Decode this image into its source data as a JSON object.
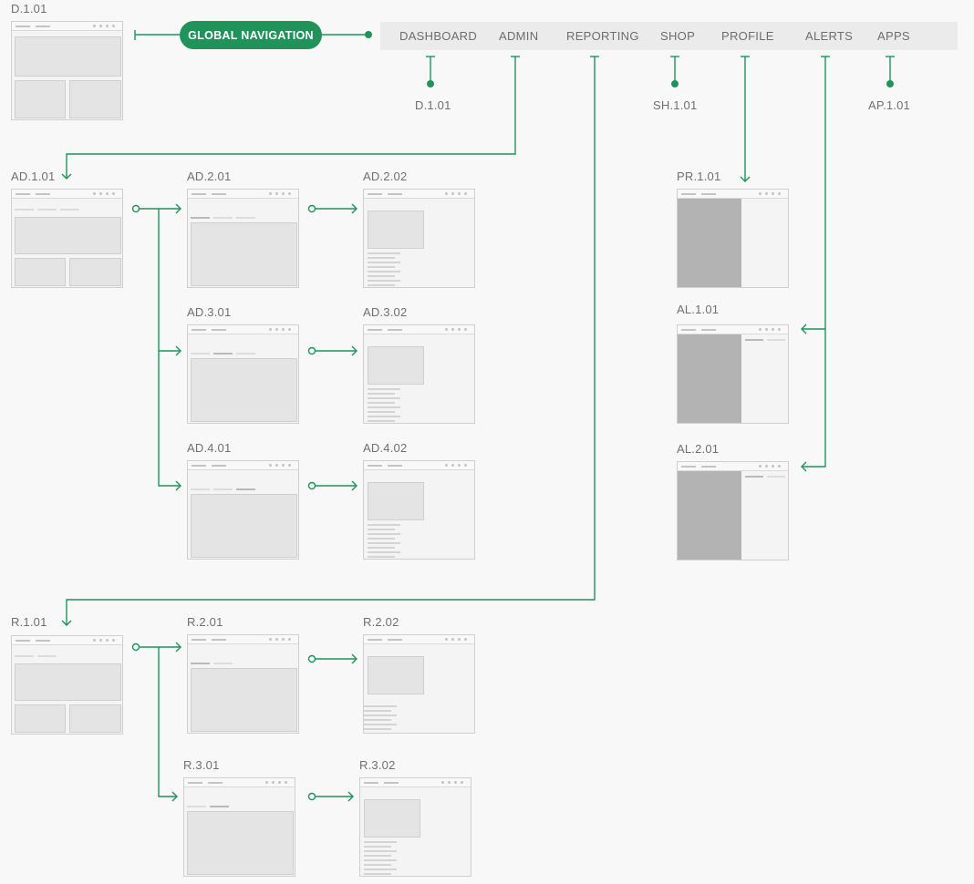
{
  "global_nav": {
    "pill_label": "GLOBAL NAVIGATION",
    "items": [
      {
        "key": "dashboard",
        "label": "DASHBOARD"
      },
      {
        "key": "admin",
        "label": "ADMIN"
      },
      {
        "key": "reporting",
        "label": "REPORTING"
      },
      {
        "key": "shop",
        "label": "SHOP"
      },
      {
        "key": "profile",
        "label": "PROFILE"
      },
      {
        "key": "alerts",
        "label": "ALERTS"
      },
      {
        "key": "apps",
        "label": "APPS"
      }
    ]
  },
  "endpoints": [
    {
      "id": "ep-dashboard",
      "label": "D.1.01"
    },
    {
      "id": "ep-shop",
      "label": "SH.1.01"
    },
    {
      "id": "ep-apps",
      "label": "AP.1.01"
    }
  ],
  "screens": [
    {
      "id": "D.1.01",
      "type": "dashboard"
    },
    {
      "id": "AD.1.01",
      "type": "dashboard3"
    },
    {
      "id": "AD.2.01",
      "type": "list",
      "active_tab": 0
    },
    {
      "id": "AD.2.02",
      "type": "detail"
    },
    {
      "id": "AD.3.01",
      "type": "list",
      "active_tab": 1
    },
    {
      "id": "AD.3.02",
      "type": "detail"
    },
    {
      "id": "AD.4.01",
      "type": "list",
      "active_tab": 2
    },
    {
      "id": "AD.4.02",
      "type": "detail"
    },
    {
      "id": "PR.1.01",
      "type": "sidebar"
    },
    {
      "id": "AL.1.01",
      "type": "sidebar-tabs"
    },
    {
      "id": "AL.2.01",
      "type": "sidebar-tabs"
    },
    {
      "id": "R.1.01",
      "type": "dashboard2"
    },
    {
      "id": "R.2.01",
      "type": "list2",
      "active_tab": 0
    },
    {
      "id": "R.2.02",
      "type": "detail-left"
    },
    {
      "id": "R.3.01",
      "type": "list2",
      "active_tab": 1
    },
    {
      "id": "R.3.02",
      "type": "detail"
    }
  ],
  "colors": {
    "accent": "#20935b",
    "wire": "#20935b",
    "nav_bg": "#ebebeb",
    "label": "#707070"
  }
}
